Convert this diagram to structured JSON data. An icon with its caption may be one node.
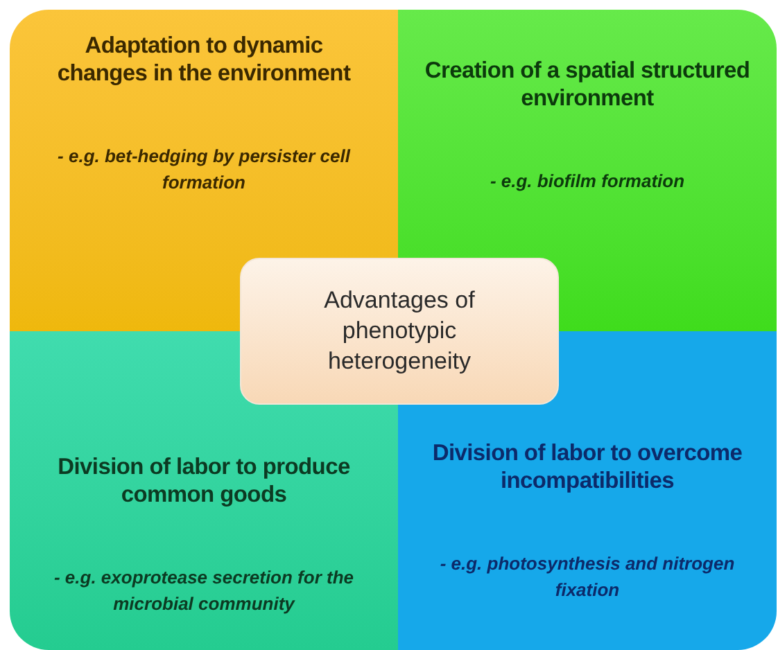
{
  "diagram": {
    "nodes": [
      {
        "text": [
          "Adaptation to dynamic changes in the environment",
          "- e.g. bet-hedging by persister cell formation"
        ]
      },
      {
        "text": [
          "Creation of a spatial structured environment",
          "- e.g. biofilm formation"
        ]
      },
      {
        "text": [
          "Division of labor to produce common goods",
          "- e.g. exoprotease secretion for the microbial community"
        ]
      },
      {
        "text": [
          "Division of labor to overcome incompatibilities",
          "- e.g. photosynthesis and nitrogen fixation"
        ]
      },
      {
        "text": [
          "Advantages of phenotypic heterogeneity"
        ]
      }
    ]
  }
}
